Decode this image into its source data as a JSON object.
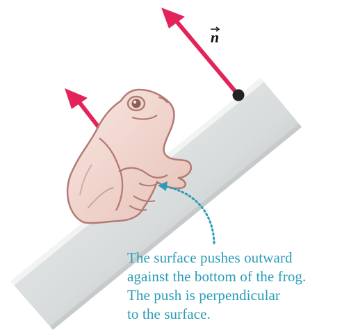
{
  "vector_symbol": "n",
  "caption": {
    "lines": [
      "The surface pushes outward",
      "against the bottom of the frog.",
      "The push is perpendicular",
      "to the surface."
    ]
  },
  "colors": {
    "force_arrow": "#e3245a",
    "caption_text": "#2a9cb8",
    "surface_light": "#e8eaea",
    "surface_dark": "#a7adad",
    "frog_body": "#f1d7cf",
    "frog_outline": "#b27a73"
  }
}
